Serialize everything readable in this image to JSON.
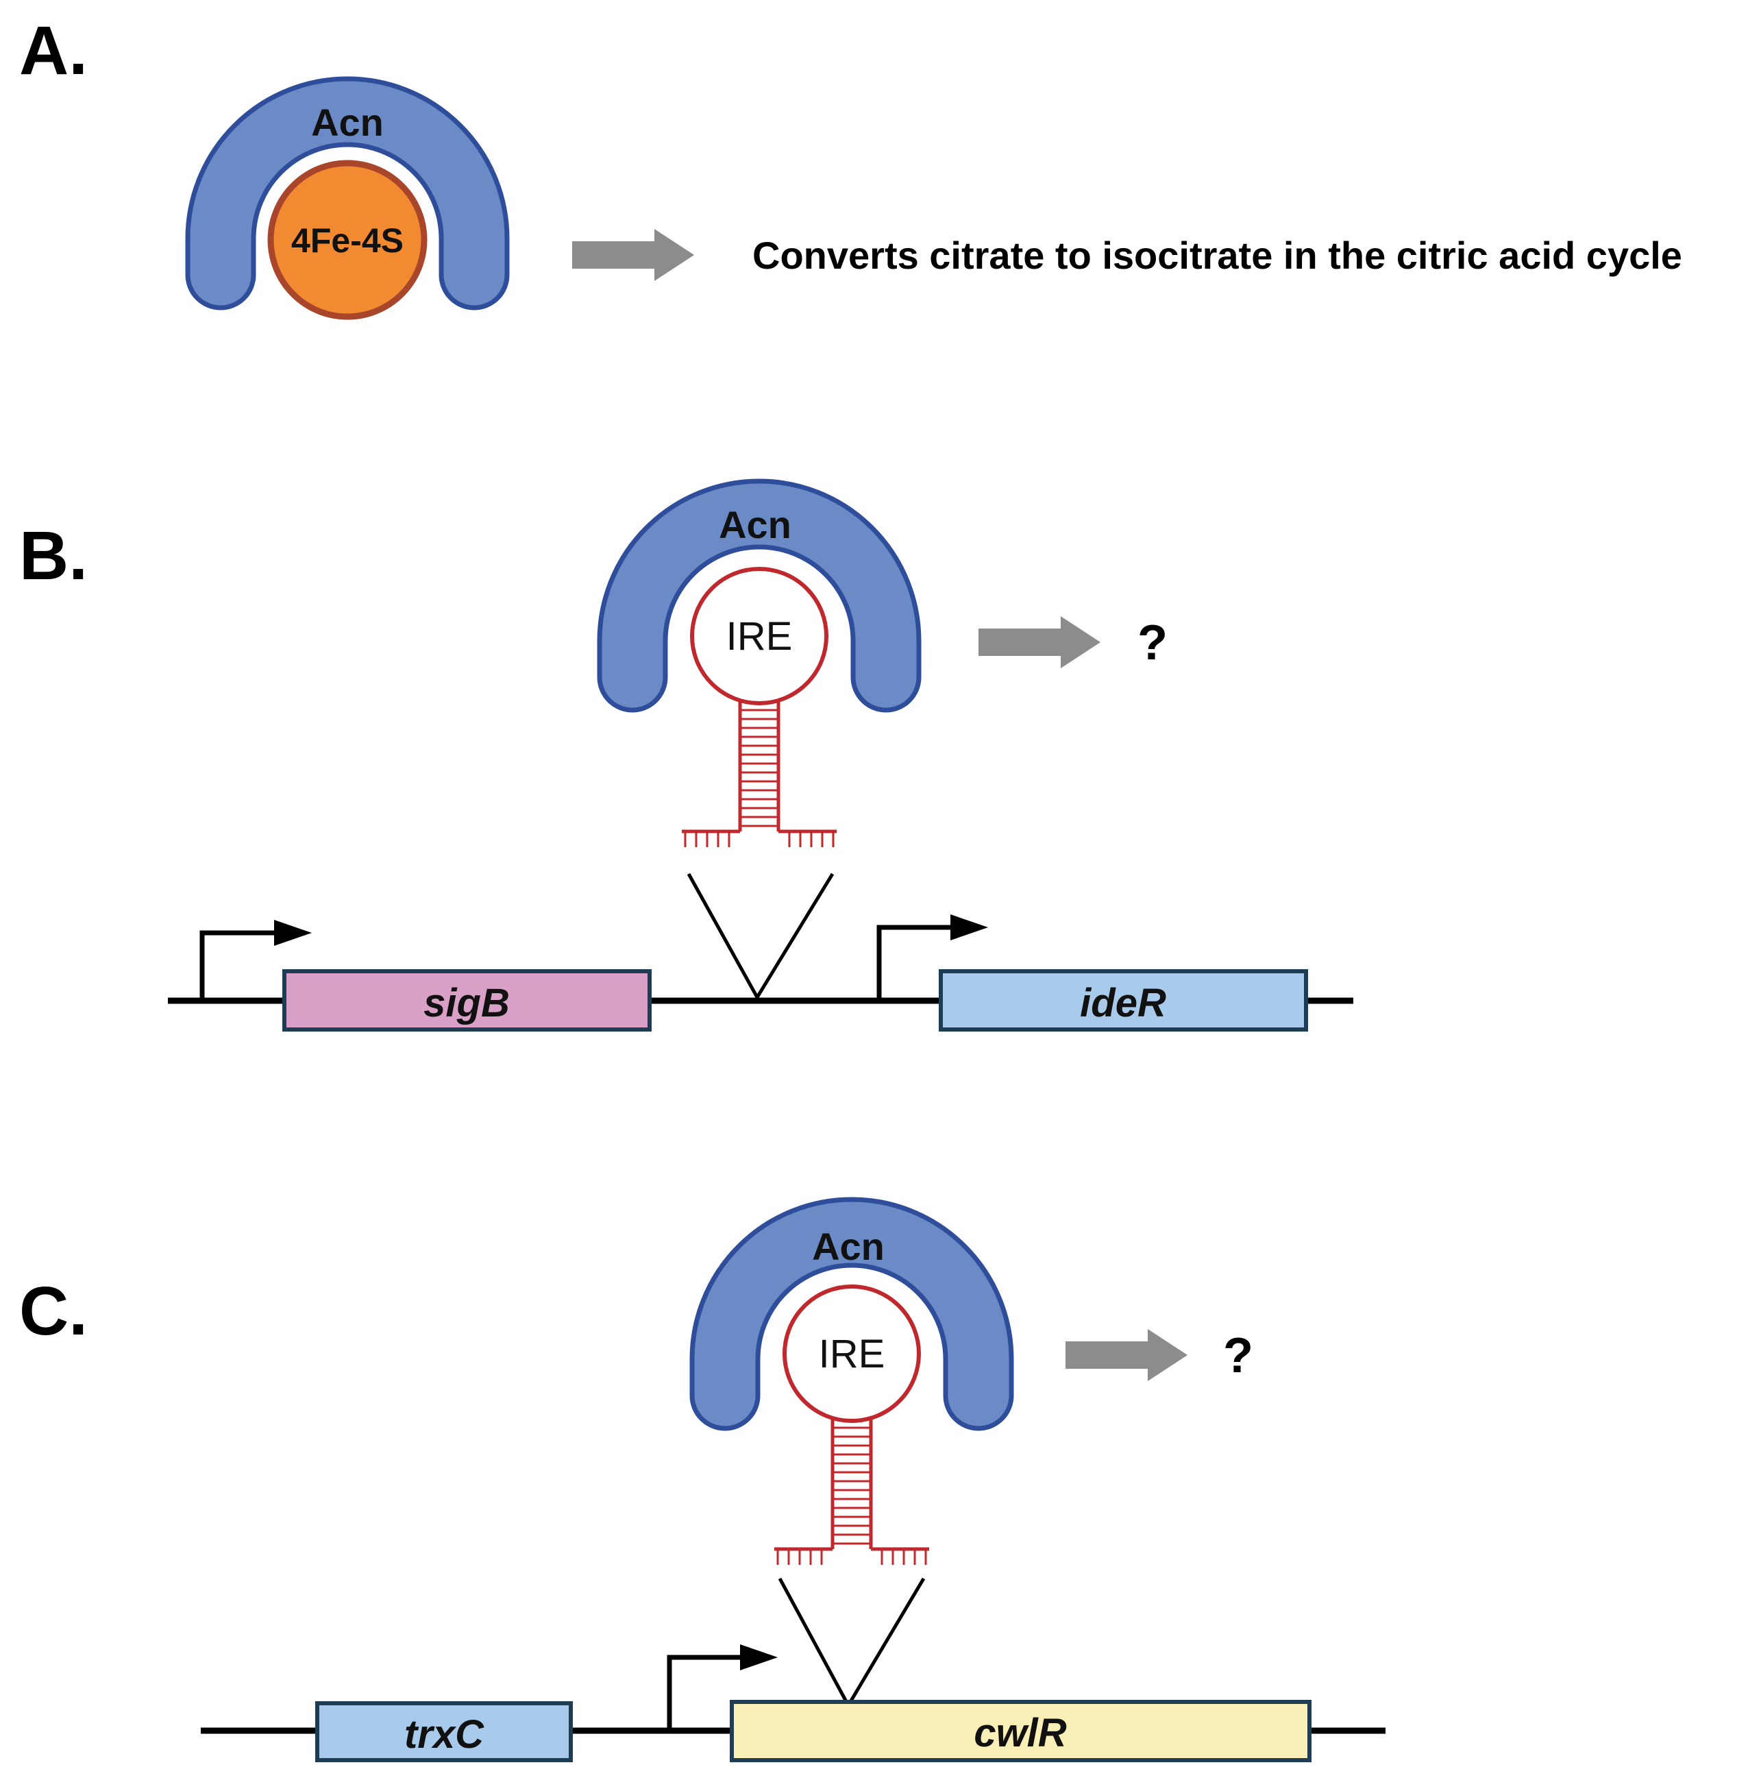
{
  "panels": {
    "a": {
      "label": "A.",
      "protein": "Acn",
      "cluster": "4Fe-4S",
      "description": "Converts citrate to isocitrate in the citric acid cycle"
    },
    "b": {
      "label": "B.",
      "protein": "Acn",
      "element": "IRE",
      "outcome": "?",
      "genes": [
        "sigB",
        "ideR"
      ]
    },
    "c": {
      "label": "C.",
      "protein": "Acn",
      "element": "IRE",
      "outcome": "?",
      "genes": [
        "trxC",
        "cwlR"
      ]
    }
  },
  "colors": {
    "acn_fill": "#6a8bc6",
    "acn_stroke": "#2e4d9a",
    "cluster_fill": "#f28a31",
    "cluster_stroke": "#a8452a",
    "ire_stroke": "#c0282e",
    "arrow": "#8c8c8c",
    "sigB": "#d9a0c8",
    "ideR": "#a8cbec",
    "trxC": "#a8cbec",
    "cwlR": "#faefb6",
    "gene_stroke": "#1f3c55"
  }
}
